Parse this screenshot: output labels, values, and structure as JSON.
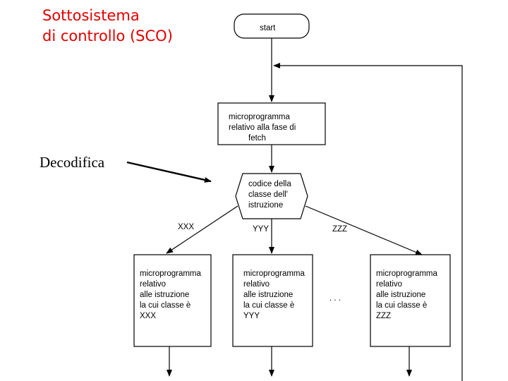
{
  "title": {
    "line1": "Sottosistema",
    "line2": "di controllo (SCO)"
  },
  "annotation": "Decodifica",
  "nodes": {
    "start": "start",
    "fetch": [
      "microprogramma",
      "relativo  alla fase di",
      "fetch"
    ],
    "decode": [
      "codice della",
      "classe dell'",
      "istruzione"
    ],
    "xxx": [
      "microprogramma",
      "relativo",
      "alle istruzione",
      "la cui classe è",
      "XXX"
    ],
    "yyy": [
      "microprogramma",
      "relativo",
      "alle istruzione",
      "la cui classe è",
      "YYY"
    ],
    "zzz": [
      "microprogramma",
      "relativo",
      "alle istruzione",
      "la cui classe è",
      "ZZZ"
    ]
  },
  "edge_labels": {
    "xxx": "XXX",
    "yyy": "YYY",
    "zzz": "ZZZ",
    "ellipsis": ". . ."
  }
}
